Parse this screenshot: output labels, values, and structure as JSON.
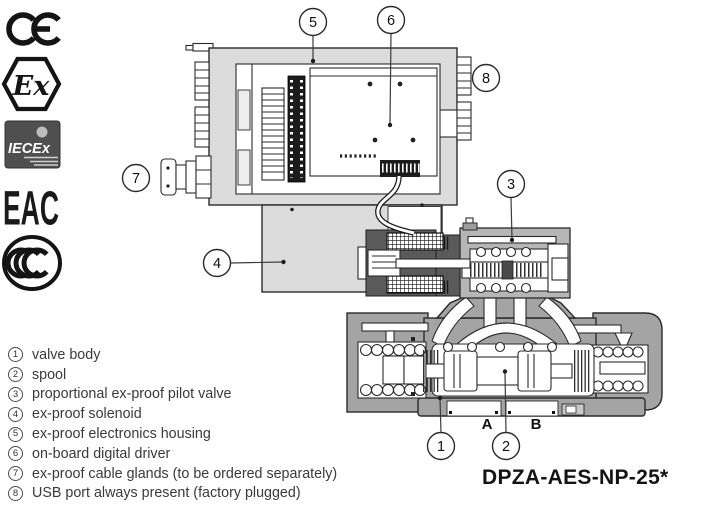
{
  "certifications": {
    "ce": {
      "name": "CE mark"
    },
    "atex": {
      "text": "Ex"
    },
    "iecex": {
      "text": "IECEx"
    },
    "eac": {
      "text": "EAC"
    },
    "ccc": {
      "name": "CCC mark"
    }
  },
  "legend": {
    "items": [
      {
        "num": "1",
        "label": "valve body"
      },
      {
        "num": "2",
        "label": "spool"
      },
      {
        "num": "3",
        "label": "proportional ex-proof pilot valve"
      },
      {
        "num": "4",
        "label": "ex-proof solenoid"
      },
      {
        "num": "5",
        "label": "ex-proof electronics housing"
      },
      {
        "num": "6",
        "label": "on-board digital driver"
      },
      {
        "num": "7",
        "label": "ex-proof cable glands (to be ordered separately)"
      },
      {
        "num": "8",
        "label": "USB port always present (factory plugged)"
      }
    ]
  },
  "diagram": {
    "callouts": {
      "c1": "1",
      "c2": "2",
      "c3": "3",
      "c4": "4",
      "c5": "5",
      "c6": "6",
      "c7": "7",
      "c8": "8"
    },
    "ports": {
      "a": "A",
      "b": "B"
    }
  },
  "model_code": "DPZA-AES-NP-25*",
  "colors": {
    "housing_gray": "#dcdcdc",
    "body_gray": "#a4a4a4",
    "pilot_gray": "#b6b6b6",
    "dark_gray": "#5a5a5a",
    "outline": "#2b2b2b"
  }
}
